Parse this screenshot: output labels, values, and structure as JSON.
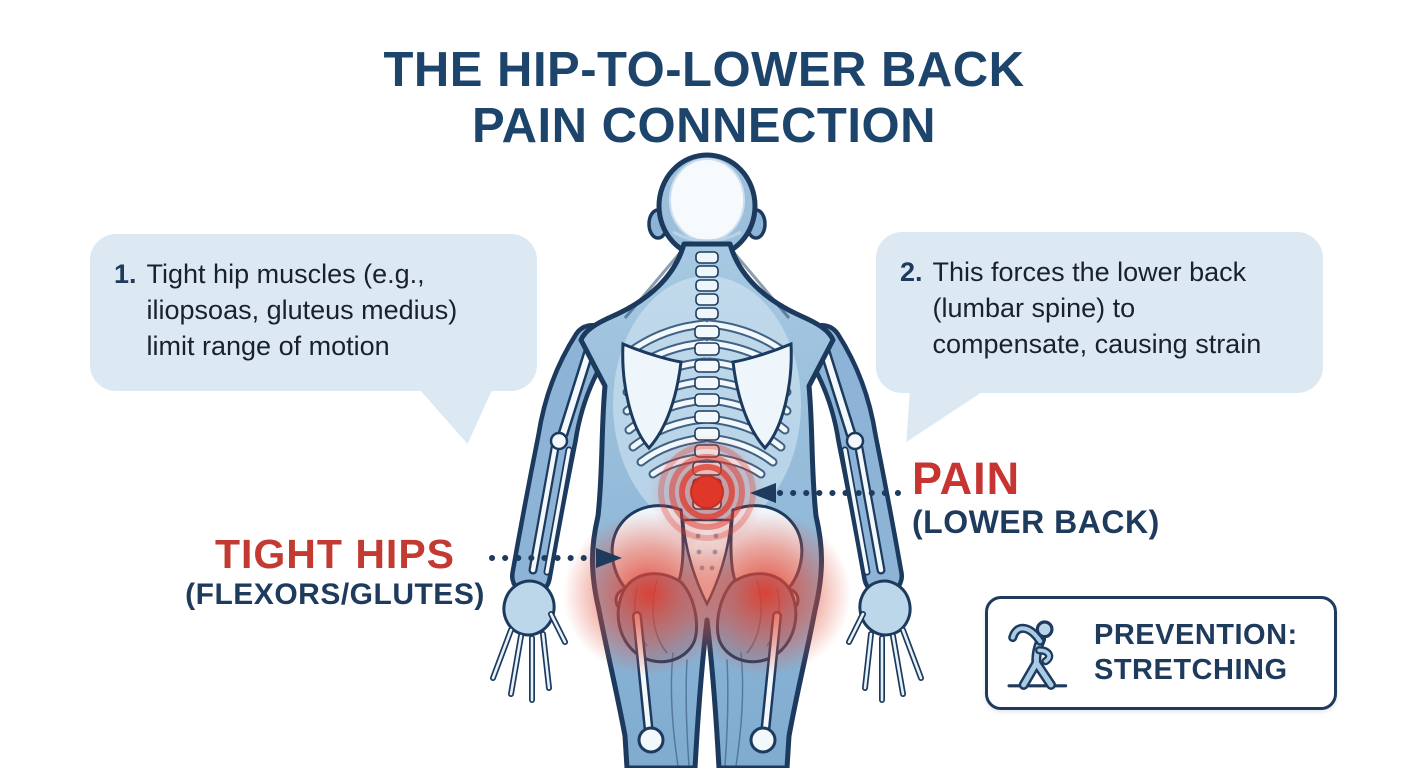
{
  "title": {
    "line1": "THE HIP-TO-LOWER BACK",
    "line2": "PAIN CONNECTION"
  },
  "callouts": [
    {
      "number": "1.",
      "text": "Tight hip muscles (e.g.,\niliopsoas, gluteus medius)\nlimit range of motion"
    },
    {
      "number": "2.",
      "text": "This forces the lower back\n(lumbar spine) to\ncompensate, causing strain"
    }
  ],
  "labels": {
    "tight_hips": {
      "title": "TIGHT HIPS",
      "subtitle": "(FLEXORS/GLUTES)"
    },
    "pain": {
      "title": "PAIN",
      "subtitle": "(LOWER BACK)"
    }
  },
  "prevention": {
    "line1": "PREVENTION:",
    "line2": "STRETCHING",
    "icon": "stretching-person-icon"
  },
  "figure": {
    "alt": "Rear-view anatomical illustration of a human body showing skeleton and muscles, with a red bullseye pain highlight on the lower back (lumbar spine) and red tight-muscle highlights over both hips and glutes"
  },
  "colors": {
    "heading_navy": "#1d456b",
    "label_navy": "#1e3a5c",
    "tight_hips_red": "#c23a31",
    "pain_text_red": "#c63532",
    "pain_glow_red": "#df382a",
    "bubble_blue": "#dce9f3",
    "body_blue": "#8db4d6",
    "outline_navy": "#1c3a5e"
  }
}
